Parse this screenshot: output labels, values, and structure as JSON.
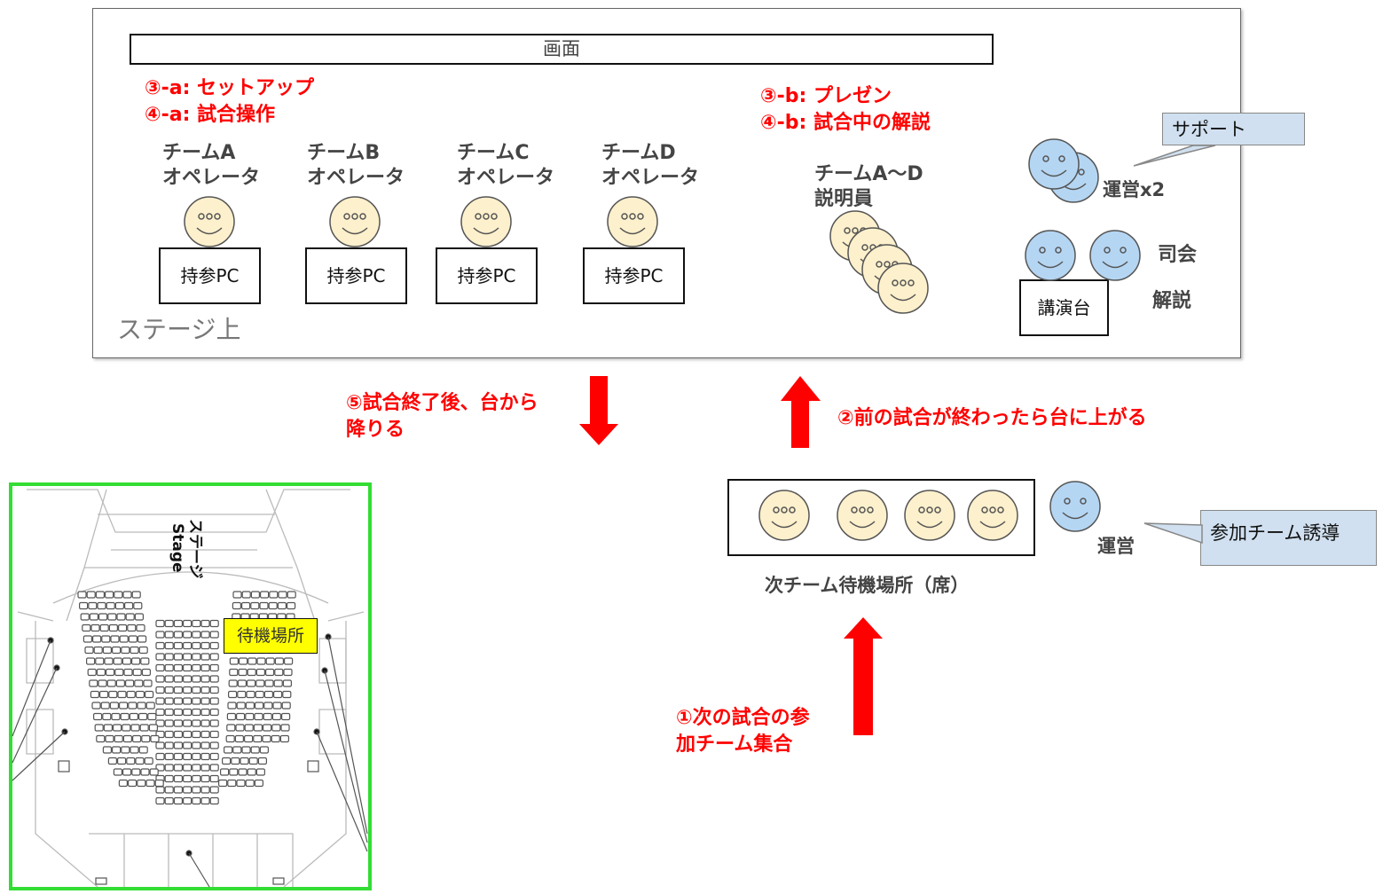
{
  "screen_label": "画面",
  "stage_label": "ステージ上",
  "steps": {
    "s3a": "③-a: セットアップ",
    "s4a": "④-a: 試合操作",
    "s3b": "③-b: プレゼン",
    "s4b": "④-b: 試合中の解説",
    "s5": "⑤試合終了後、台から\n降りる",
    "s2": "②前の試合が終わったら台に上がる",
    "s1": "①次の試合の参\n加チーム集合"
  },
  "teams": [
    {
      "label": "チームA\nオペレータ",
      "pc": "持参PC"
    },
    {
      "label": "チームB\nオペレータ",
      "pc": "持参PC"
    },
    {
      "label": "チームC\nオペレータ",
      "pc": "持参PC"
    },
    {
      "label": "チームD\nオペレータ",
      "pc": "持参PC"
    }
  ],
  "explainers_label": "チームA〜D\n説明員",
  "support_callout": "サポート",
  "staff_x2": "運営x2",
  "mc_label": "司会",
  "commentary_label": "解説",
  "podium_label": "講演台",
  "waiting_area_label": "次チーム待機場所（席）",
  "staff_label": "運営",
  "guide_callout": "参加チーム誘導",
  "map": {
    "stage_jp": "ステージ",
    "stage_en": "Stage",
    "waiting_tag": "待機場所"
  },
  "colors": {
    "red": "#ff0000",
    "face_yellow": "#fdf0cc",
    "face_blue": "#b5d6f3",
    "callout_bg": "#d0e0f0",
    "map_border": "#33dd33",
    "tag_yellow": "#ffff00"
  }
}
